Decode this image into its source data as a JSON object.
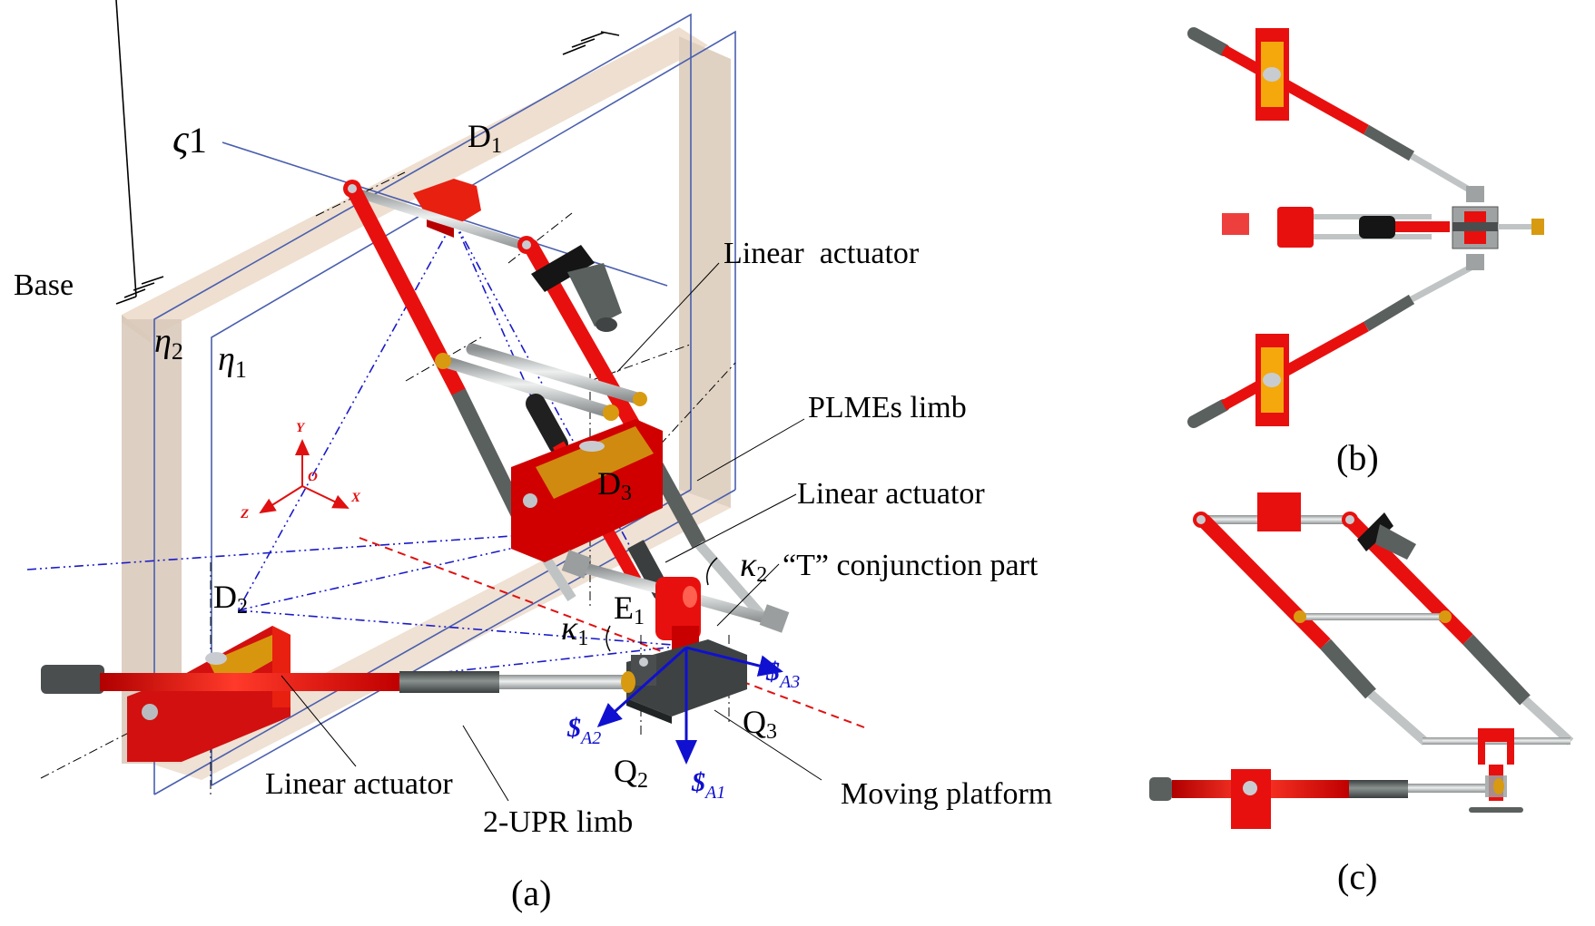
{
  "figure": {
    "panels": [
      {
        "id": "a",
        "caption": "(a)"
      },
      {
        "id": "b",
        "caption": "(b)"
      },
      {
        "id": "c",
        "caption": "(c)"
      }
    ]
  },
  "labels": {
    "base": "Base",
    "eta2_main": "η",
    "eta2_sub": "2",
    "eta1_main": "η",
    "eta1_sub": "1",
    "sigma1_main": "ς",
    "sigma1_sub": "1",
    "d1_main": "D",
    "d1_sub": "1",
    "d2_main": "D",
    "d2_sub": "2",
    "d3_main": "D",
    "d3_sub": "3",
    "e1_main": "E",
    "e1_sub": "1",
    "kappa1_main": "κ",
    "kappa1_sub": "1",
    "kappa2_main": "κ",
    "kappa2_sub": "2",
    "q2_main": "Q",
    "q2_sub": "2",
    "q3_main": "Q",
    "q3_sub": "3",
    "linear_actuator_top": "Linear  actuator",
    "plmes_limb": "PLMEs limb",
    "linear_actuator_mid": "Linear actuator",
    "t_conjunction": "“T” conjunction part",
    "linear_actuator_bottom": "Linear actuator",
    "upr_limb": "2-UPR limb",
    "moving_platform": "Moving platform"
  },
  "screws": {
    "a1_main": "$",
    "a1_sub": "A1",
    "a2_main": "$",
    "a2_sub": "A2",
    "a3_main": "$",
    "a3_sub": "A3"
  },
  "axes": {
    "x": "X",
    "y": "Y",
    "z": "Z",
    "origin": "O"
  },
  "colors": {
    "link_red": "#e8100e",
    "base_beige": "#e8d8c8",
    "cylinder_gray": "#5a605e",
    "rod_silver": "#c0c4c4",
    "bearing_gold": "#d89a10",
    "plane_blue": "#4a5fae",
    "screw_blue": "#1010d0",
    "axis_red": "#e01010"
  }
}
